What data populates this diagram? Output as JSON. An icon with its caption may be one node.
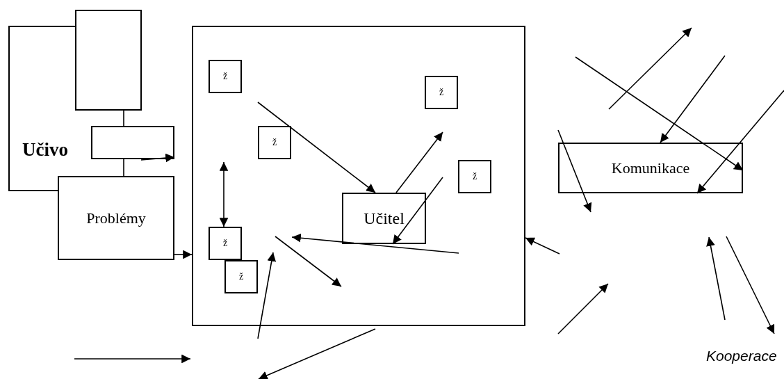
{
  "diagram": {
    "nodes": [
      {
        "text": [
          "Učivo"
        ]
      },
      {
        "text": [],
        "shape": "box"
      },
      {
        "text": [],
        "shape": "box"
      },
      {
        "text": [
          "Problémy"
        ]
      },
      {
        "text": [],
        "shape": "box"
      },
      {
        "text": [
          "ž"
        ],
        "in": 4
      },
      {
        "text": [
          "ž"
        ],
        "in": 4
      },
      {
        "text": [
          "ž"
        ],
        "in": 4
      },
      {
        "text": [
          "ž"
        ],
        "in": 4
      },
      {
        "text": [
          "Učitel"
        ],
        "in": 4
      },
      {
        "text": [
          "ž"
        ],
        "in": 4
      },
      {
        "text": [
          "ž"
        ],
        "in": 4
      },
      {
        "text": [
          "Komunikace"
        ]
      }
    ],
    "edges": [
      {
        "from": 1,
        "to": 2,
        "arrow": "none"
      },
      {
        "from": 2,
        "to": 3,
        "arrow": "none"
      },
      {
        "from": null,
        "to": 2,
        "arrow": "to"
      },
      {
        "from": 3,
        "to": 4,
        "arrow": "to"
      },
      {
        "from": null,
        "to": 10,
        "arrow": "both"
      },
      {
        "from": null,
        "to": 9,
        "arrow": "to"
      },
      {
        "from": 9,
        "to": null,
        "arrow": "to"
      },
      {
        "from": null,
        "to": 9,
        "arrow": "to"
      },
      {
        "from": null,
        "to": 4,
        "arrow": "to"
      },
      {
        "from": null,
        "to": 12,
        "arrow": "to"
      },
      {
        "from": null,
        "to": 12,
        "arrow": "to"
      },
      {
        "from": null,
        "to": 12,
        "arrow": "to"
      }
    ],
    "labels": [
      "Kooperace"
    ]
  }
}
